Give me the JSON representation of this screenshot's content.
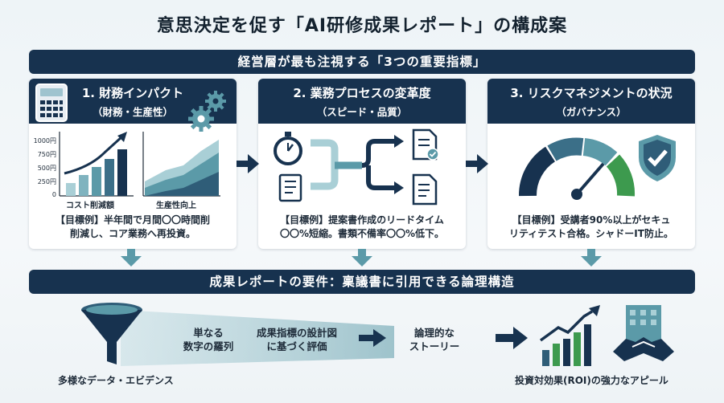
{
  "title": "意思決定を促す「AI研修成果レポート」の構成案",
  "banner_top": "経営層が最も注視する「3つの重要指標」",
  "banner_bottom": "成果レポートの要件：稟議書に引用できる論理構造",
  "cards": [
    {
      "title": "1. 財務インパクト",
      "subtitle": "（財務・生産性）",
      "chart_left_label": "コスト削減額",
      "chart_right_label": "生産性向上",
      "axis_ticks": [
        "1000円",
        "750円",
        "500円",
        "250円",
        "0"
      ],
      "example_line1": "【目標例】半年間で月間〇〇時間削",
      "example_line2": "削減し、コア業務へ再投資。"
    },
    {
      "title": "2. 業務プロセスの変革度",
      "subtitle": "（スピード・品質）",
      "example_line1": "【目標例】提案書作成のリードタイム",
      "example_line2": "〇〇%短縮。書類不備率〇〇%低下。"
    },
    {
      "title": "3. リスクマネジメントの状況",
      "subtitle": "（ガバナンス）",
      "example_line1": "【目標例】受講者90%以上がセキュ",
      "example_line2": "リティテスト合格。シャドーIT防止。"
    }
  ],
  "flow": {
    "source_label": "多様なデータ・エビデンス",
    "step1_line1": "単なる",
    "step1_line2": "数字の羅列",
    "step2_line1": "成果指標の設計図",
    "step2_line2": "に基づく評価",
    "step3_line1": "論理的な",
    "step3_line2": "ストーリー",
    "result_label": "投資対効果(ROI)の強力なアピール"
  },
  "colors": {
    "navy": "#17324f",
    "teal": "#5b9aa8",
    "light_teal": "#a9cfd6",
    "green": "#3d9a4e"
  }
}
